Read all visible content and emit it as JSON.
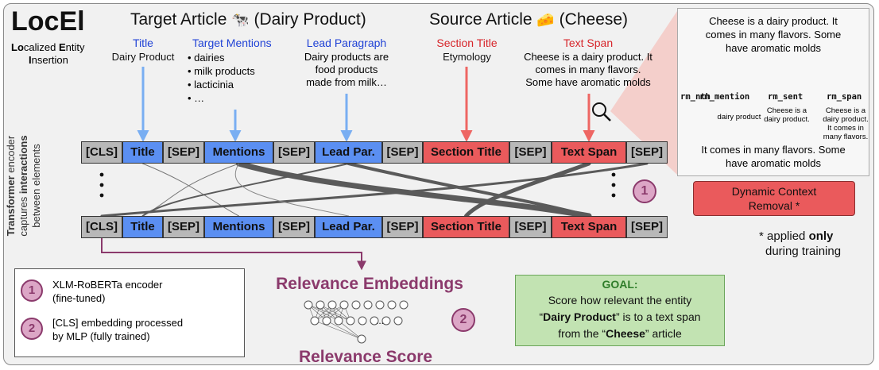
{
  "logo": {
    "title": "LocEl",
    "subtitle_lines": [
      [
        {
          "b": "Lo",
          "t": "calized "
        },
        {
          "b": "E",
          "t": "ntity"
        }
      ],
      [
        {
          "b": "I",
          "t": "nsertion"
        }
      ]
    ]
  },
  "target_article": {
    "prefix": "Target Article",
    "suffix": "(Dairy Product)"
  },
  "source_article": {
    "prefix": "Source Article",
    "suffix": "(Cheese)"
  },
  "columns": {
    "title": {
      "label": "Title",
      "value": "Dairy Product"
    },
    "mentions": {
      "label": "Target Mentions",
      "bullets": [
        "dairies",
        "milk products",
        "lacticinia",
        "…"
      ]
    },
    "lead": {
      "label": "Lead Paragraph",
      "lines": [
        "Dairy products are",
        "food products",
        "made from milk…"
      ]
    },
    "section": {
      "label": "Section Title",
      "value": "Etymology"
    },
    "span": {
      "label": "Text Span",
      "lines": [
        "Cheese is a dairy product. It",
        "comes in many flavors.",
        "Some have aromatic molds"
      ]
    }
  },
  "left_caption": {
    "parts": [
      {
        "t": "Transformer",
        "b": true,
        "l": 0
      },
      {
        "t": " encoder",
        "b": false,
        "l": 0
      },
      {
        "t": "captures ",
        "b": false,
        "l": 1
      },
      {
        "t": "interactions",
        "b": true,
        "l": 1
      },
      {
        "t": "between elements",
        "b": false,
        "l": 2
      }
    ]
  },
  "tokens": [
    "[CLS]",
    "Title",
    "[SEP]",
    "Mentions",
    "[SEP]",
    "Lead Par.",
    "[SEP]",
    "Section Title",
    "[SEP]",
    "Text Span",
    "[SEP]"
  ],
  "token_colors": [
    "gray",
    "blue",
    "gray",
    "blue",
    "gray",
    "blue",
    "gray",
    "red",
    "gray",
    "red",
    "gray"
  ],
  "zoom_panel": {
    "top_lines": [
      "Cheese is a dairy product. It",
      "comes in many flavors. Some",
      "have aromatic molds"
    ],
    "strategies": [
      "rm_nth",
      "rm_mention",
      "rm_sent",
      "rm_span"
    ],
    "leaf_texts": [
      [
        "dairy product"
      ],
      [
        "Cheese is a",
        "dairy product."
      ],
      [
        "Cheese is a",
        "dairy product.",
        "It comes in",
        "many flavors."
      ]
    ],
    "bottom_lines": [
      "It comes in many flavors. Some",
      "have aromatic molds"
    ]
  },
  "dynamic_box": {
    "lines": [
      "Dynamic Context",
      "Removal *"
    ]
  },
  "note": {
    "line1_pre": "* applied ",
    "line1_bold": "only",
    "line2": "during training"
  },
  "markers": [
    "1",
    "2"
  ],
  "legend": {
    "items": [
      {
        "num": "1",
        "lines": [
          "XLM-RoBERTa encoder",
          "(fine-tuned)"
        ]
      },
      {
        "num": "2",
        "lines": [
          "[CLS] embedding processed",
          "by MLP (fully trained)"
        ]
      }
    ]
  },
  "relevance": {
    "embeddings": "Relevance Embeddings",
    "score": "Relevance Score",
    "ellipsis": "..."
  },
  "goal": {
    "title": "GOAL:",
    "line1": "Score how relevant the entity",
    "line2": [
      {
        "t": "“",
        "b": false
      },
      {
        "t": "Dairy Product",
        "b": true
      },
      {
        "t": "” is to a text span",
        "b": false
      }
    ],
    "line3": [
      {
        "t": "from the “",
        "b": false
      },
      {
        "t": "Cheese",
        "b": true
      },
      {
        "t": "” article",
        "b": false
      }
    ]
  },
  "colors": {
    "blue": "#5b8ff2",
    "red": "#ea5a5c",
    "gray": "#b8b8b8",
    "purple": "#8b3a6c",
    "green": "#c2e3b2",
    "label_blue": "#2143d6",
    "label_red": "#d7262b",
    "arrow_blue": "#79aef2",
    "arrow_red": "#ee6663"
  }
}
